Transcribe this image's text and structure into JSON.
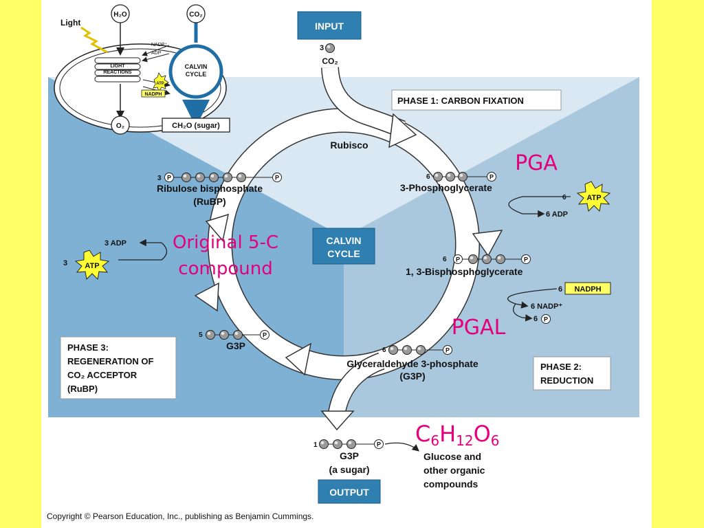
{
  "inset": {
    "light": "Light",
    "h2o": "H₂O",
    "co2": "CO₂",
    "nadp": "NADP⁺",
    "adp": "ADP",
    "light_reactions_1": "LIGHT",
    "light_reactions_2": "REACTIONS",
    "atp": "ATP",
    "nadph": "NADPH",
    "calvin_1": "CALVIN",
    "calvin_2": "CYCLE",
    "o2": "O₂",
    "sugar": "CH₂O (sugar)"
  },
  "input": {
    "box": "INPUT",
    "count": "3",
    "molecule": "CO₂"
  },
  "phase1": {
    "label": "PHASE 1: CARBON FIXATION"
  },
  "phase2": {
    "line1": "PHASE 2:",
    "line2": "REDUCTION"
  },
  "phase3": {
    "line1": "PHASE 3:",
    "line2": "REGENERATION OF",
    "line3": "CO₂ ACCEPTOR",
    "line4": "(RuBP)"
  },
  "center": {
    "line1": "CALVIN",
    "line2": "CYCLE"
  },
  "rubisco": "Rubisco",
  "pga": {
    "count": "6",
    "name": "3-Phosphoglycerate",
    "annotation": "PGA",
    "atp_count": "6",
    "atp": "ATP",
    "adp": "6 ADP"
  },
  "bpg": {
    "count": "6",
    "name": "1, 3-Bisphosphoglycerate",
    "nadph_count": "6",
    "nadph": "NADPH",
    "nadp": "6 NADP⁺",
    "pi": "6"
  },
  "g3p": {
    "count": "6",
    "name_1": "Glyceraldehyde 3-phosphate",
    "name_2": "(G3P)",
    "annotation": "PGAL"
  },
  "rubp": {
    "count": "3",
    "name_1": "Ribulose bisphosphate",
    "name_2": "(RuBP)",
    "annotation_1": "Original 5-C",
    "annotation_2": "compound"
  },
  "regen": {
    "adp": "3 ADP",
    "atp_count": "3",
    "atp": "ATP",
    "g3p_count": "5",
    "g3p": "G3P"
  },
  "output": {
    "count": "1",
    "name_1": "G3P",
    "name_2": "(a sugar)",
    "box": "OUTPUT",
    "glucose_1": "Glucose and",
    "glucose_2": "other organic",
    "glucose_3": "compounds",
    "formula": "C6H12O6",
    "formula_c": "C",
    "formula_6a": "6",
    "formula_h": "H",
    "formula_12": "12",
    "formula_o": "O",
    "formula_6b": "6"
  },
  "copyright": "Copyright © Pearson Education, Inc., publishing as Benjamin Cummings.",
  "colors": {
    "slide_bg": "#ffff66",
    "left_panel": "#7fb1d4",
    "right_panel": "#a9c8de",
    "top_panel": "#d9e8f2",
    "box_blue": "#2f7fb0",
    "annotation": "#e4007c",
    "atp_yellow": "#ffff33",
    "nadph_yellow": "#ffff66"
  }
}
